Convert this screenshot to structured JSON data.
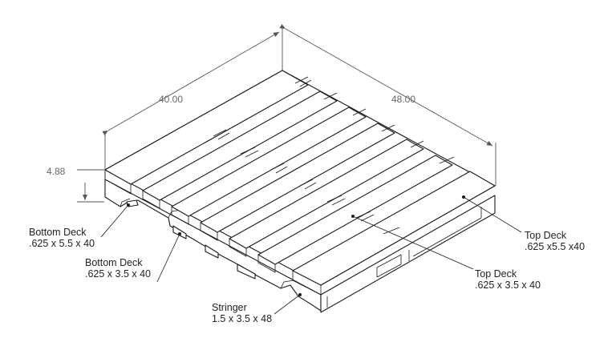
{
  "dimensions": {
    "width": "40.00",
    "length": "48.00",
    "height": "4.88"
  },
  "callouts": {
    "bottom_deck_wide": {
      "name": "Bottom Deck",
      "size": ".625 x 5.5 x 40"
    },
    "bottom_deck_narrow": {
      "name": "Bottom Deck",
      "size": ".625 x 3.5 x 40"
    },
    "stringer": {
      "name": "Stringer",
      "size": "1.5 x 3.5 x 48"
    },
    "top_deck_narrow": {
      "name": "Top Deck",
      "size": ".625 x 3.5 x 40"
    },
    "top_deck_wide": {
      "name": "Top Deck",
      "size": ".625 x5.5 x40"
    }
  }
}
